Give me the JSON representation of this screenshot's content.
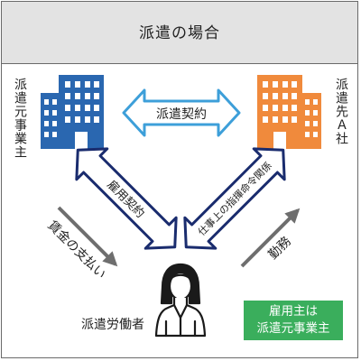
{
  "header": {
    "title": "派遣の場合"
  },
  "dispatcher": {
    "label": "派遣元事業主",
    "icon": "office-building-icon",
    "color": "#2a67b0"
  },
  "client": {
    "label": "派遣先Ａ社",
    "icon": "office-building-icon",
    "color": "#f08a3c"
  },
  "contract": {
    "label": "派遣契約"
  },
  "employment_contract": {
    "label": "雇用契約"
  },
  "command": {
    "label": "仕事上の指揮命令関係"
  },
  "wages": {
    "label": "賃金の支払い"
  },
  "work": {
    "label": "勤務"
  },
  "worker": {
    "label": "派遣労働者",
    "icon": "worker-person-icon"
  },
  "badge": {
    "line1": "雇用主は",
    "line2": "派遣元事業主",
    "color": "#3aae5c"
  }
}
